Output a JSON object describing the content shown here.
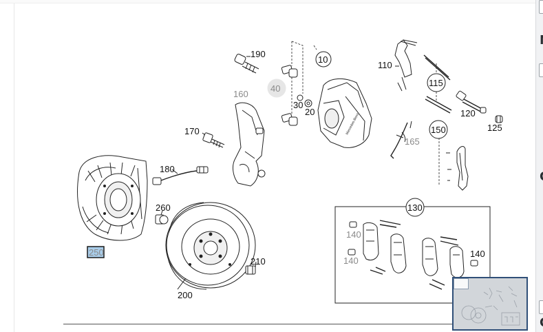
{
  "diagram": {
    "labels": {
      "p10": "10",
      "p20": "20",
      "p30": "30",
      "p40": "40",
      "p110": "110",
      "p115": "115",
      "p120": "120",
      "p125": "125",
      "p130": "130",
      "p140a": "140",
      "p140b": "140",
      "p140c": "140",
      "p150": "150",
      "p160": "160",
      "p165": "165",
      "p170": "170",
      "p180": "180",
      "p190": "190",
      "p200": "200",
      "p210": "210",
      "p250": "250",
      "p260": "260"
    },
    "brand_text": "Mercedes-Benz",
    "selected_part": "250"
  },
  "colors": {
    "line": "#222222",
    "faded": "#8a8a8a",
    "highlight_fill": "#a9cdea",
    "highlight_border": "#1b1b1b",
    "minimap_border": "#2f4f78"
  }
}
